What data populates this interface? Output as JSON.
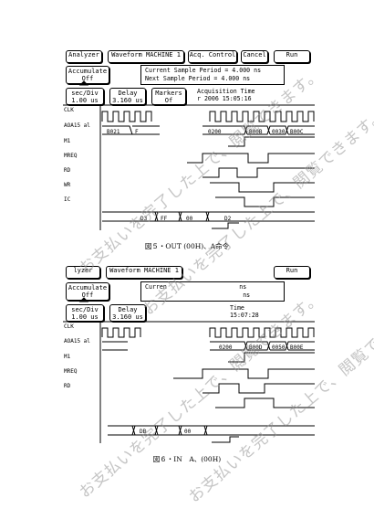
{
  "toolbar": {
    "analyzer_label": "Analyzer",
    "machine_label": "Waveform MACHINE 1",
    "acq_control_label": "Acq. Control",
    "cancel_label": "Cancel",
    "run_label": "Run"
  },
  "screen1": {
    "accumulate_label": "Accumulate",
    "accumulate_value": "Off",
    "sec_div_label": "sec/Div",
    "sec_div_value": "1.00 us",
    "delay_label": "Delay",
    "delay_value": "3.160 us",
    "markers_label": "Markers",
    "markers_value": "Of",
    "current_sample_label": "Current Sample Period =",
    "current_sample_value": "4.000 ns",
    "next_sample_label": "Next Sample Period =",
    "next_sample_value": "4.000 ns",
    "acquisition_label": "Acquisition Time",
    "acquisition_value": "r 2006 15:05:16",
    "signals": [
      "CLK",
      "AOA15 al",
      "M1",
      "MREQ",
      "RD",
      "WR",
      "IC"
    ],
    "addr_values": [
      "B021",
      "F",
      "0200",
      "B00B",
      "0030",
      "B00C"
    ],
    "data_values": [
      "D3",
      "FF",
      "00",
      "D2"
    ],
    "caption": "図５・OUT (00H)、A命令"
  },
  "screen2": {
    "analyzer_label": "lyzer",
    "machine_label": "Waveform MACHINE 1",
    "run_label": "Run",
    "accumulate_label": "Accumulate",
    "accumulate_value": "Off",
    "sec_div_label": "sec/Div",
    "sec_div_value": "1.00 us",
    "delay_label": "Delay",
    "delay_value": "3.160 us",
    "current_label": "Curren",
    "ns1": "ns",
    "ns2": "ns",
    "time_label": "Time",
    "time_value": "15:07:28",
    "signals": [
      "CLK",
      "AOA15 al",
      "M1",
      "MREQ",
      "RD"
    ],
    "addr_values": [
      "0200",
      "B00D",
      "0050",
      "B00E"
    ],
    "data_values": [
      "DB",
      "00"
    ],
    "caption": "図６・IN　A、(00H)"
  },
  "watermark": "お支払いを完了した上で、閲覧できます。"
}
